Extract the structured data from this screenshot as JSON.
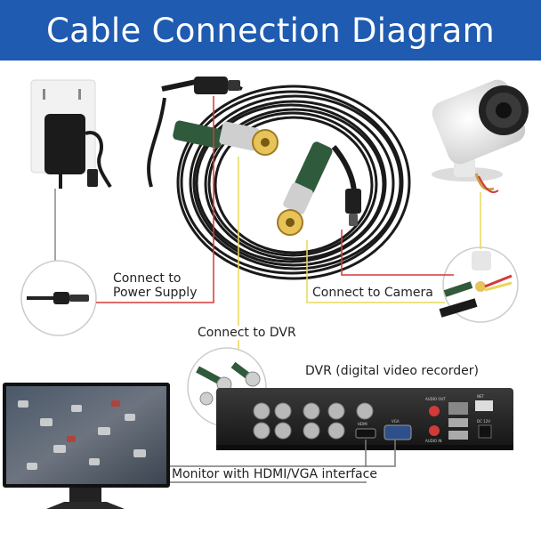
{
  "header": {
    "title": "Cable Connection Diagram"
  },
  "labels": {
    "power_line1": "Connect to",
    "power_line2": "Power Supply",
    "camera": "Connect to Camera",
    "dvr": "Connect to DVR",
    "dvr_name": "DVR (digital video recorder)",
    "monitor": "Monitor with HDMI/VGA interface"
  },
  "device_text": {
    "audio_out": "AUDIO OUT",
    "vga": "VGA",
    "audio_in": "AUDIO IN",
    "hdmi": "HDMI",
    "net": "NET",
    "dc12v": "DC 12V"
  },
  "colors": {
    "header_bg": "#1f5bb0",
    "power_line": "#d23a3a",
    "video_line": "#e8d85a",
    "hdmi_line": "#7a7a7a",
    "cable": "#1a1a1a",
    "connector_green": "#2f5a3c",
    "connector_gold": "#d4a93a"
  }
}
